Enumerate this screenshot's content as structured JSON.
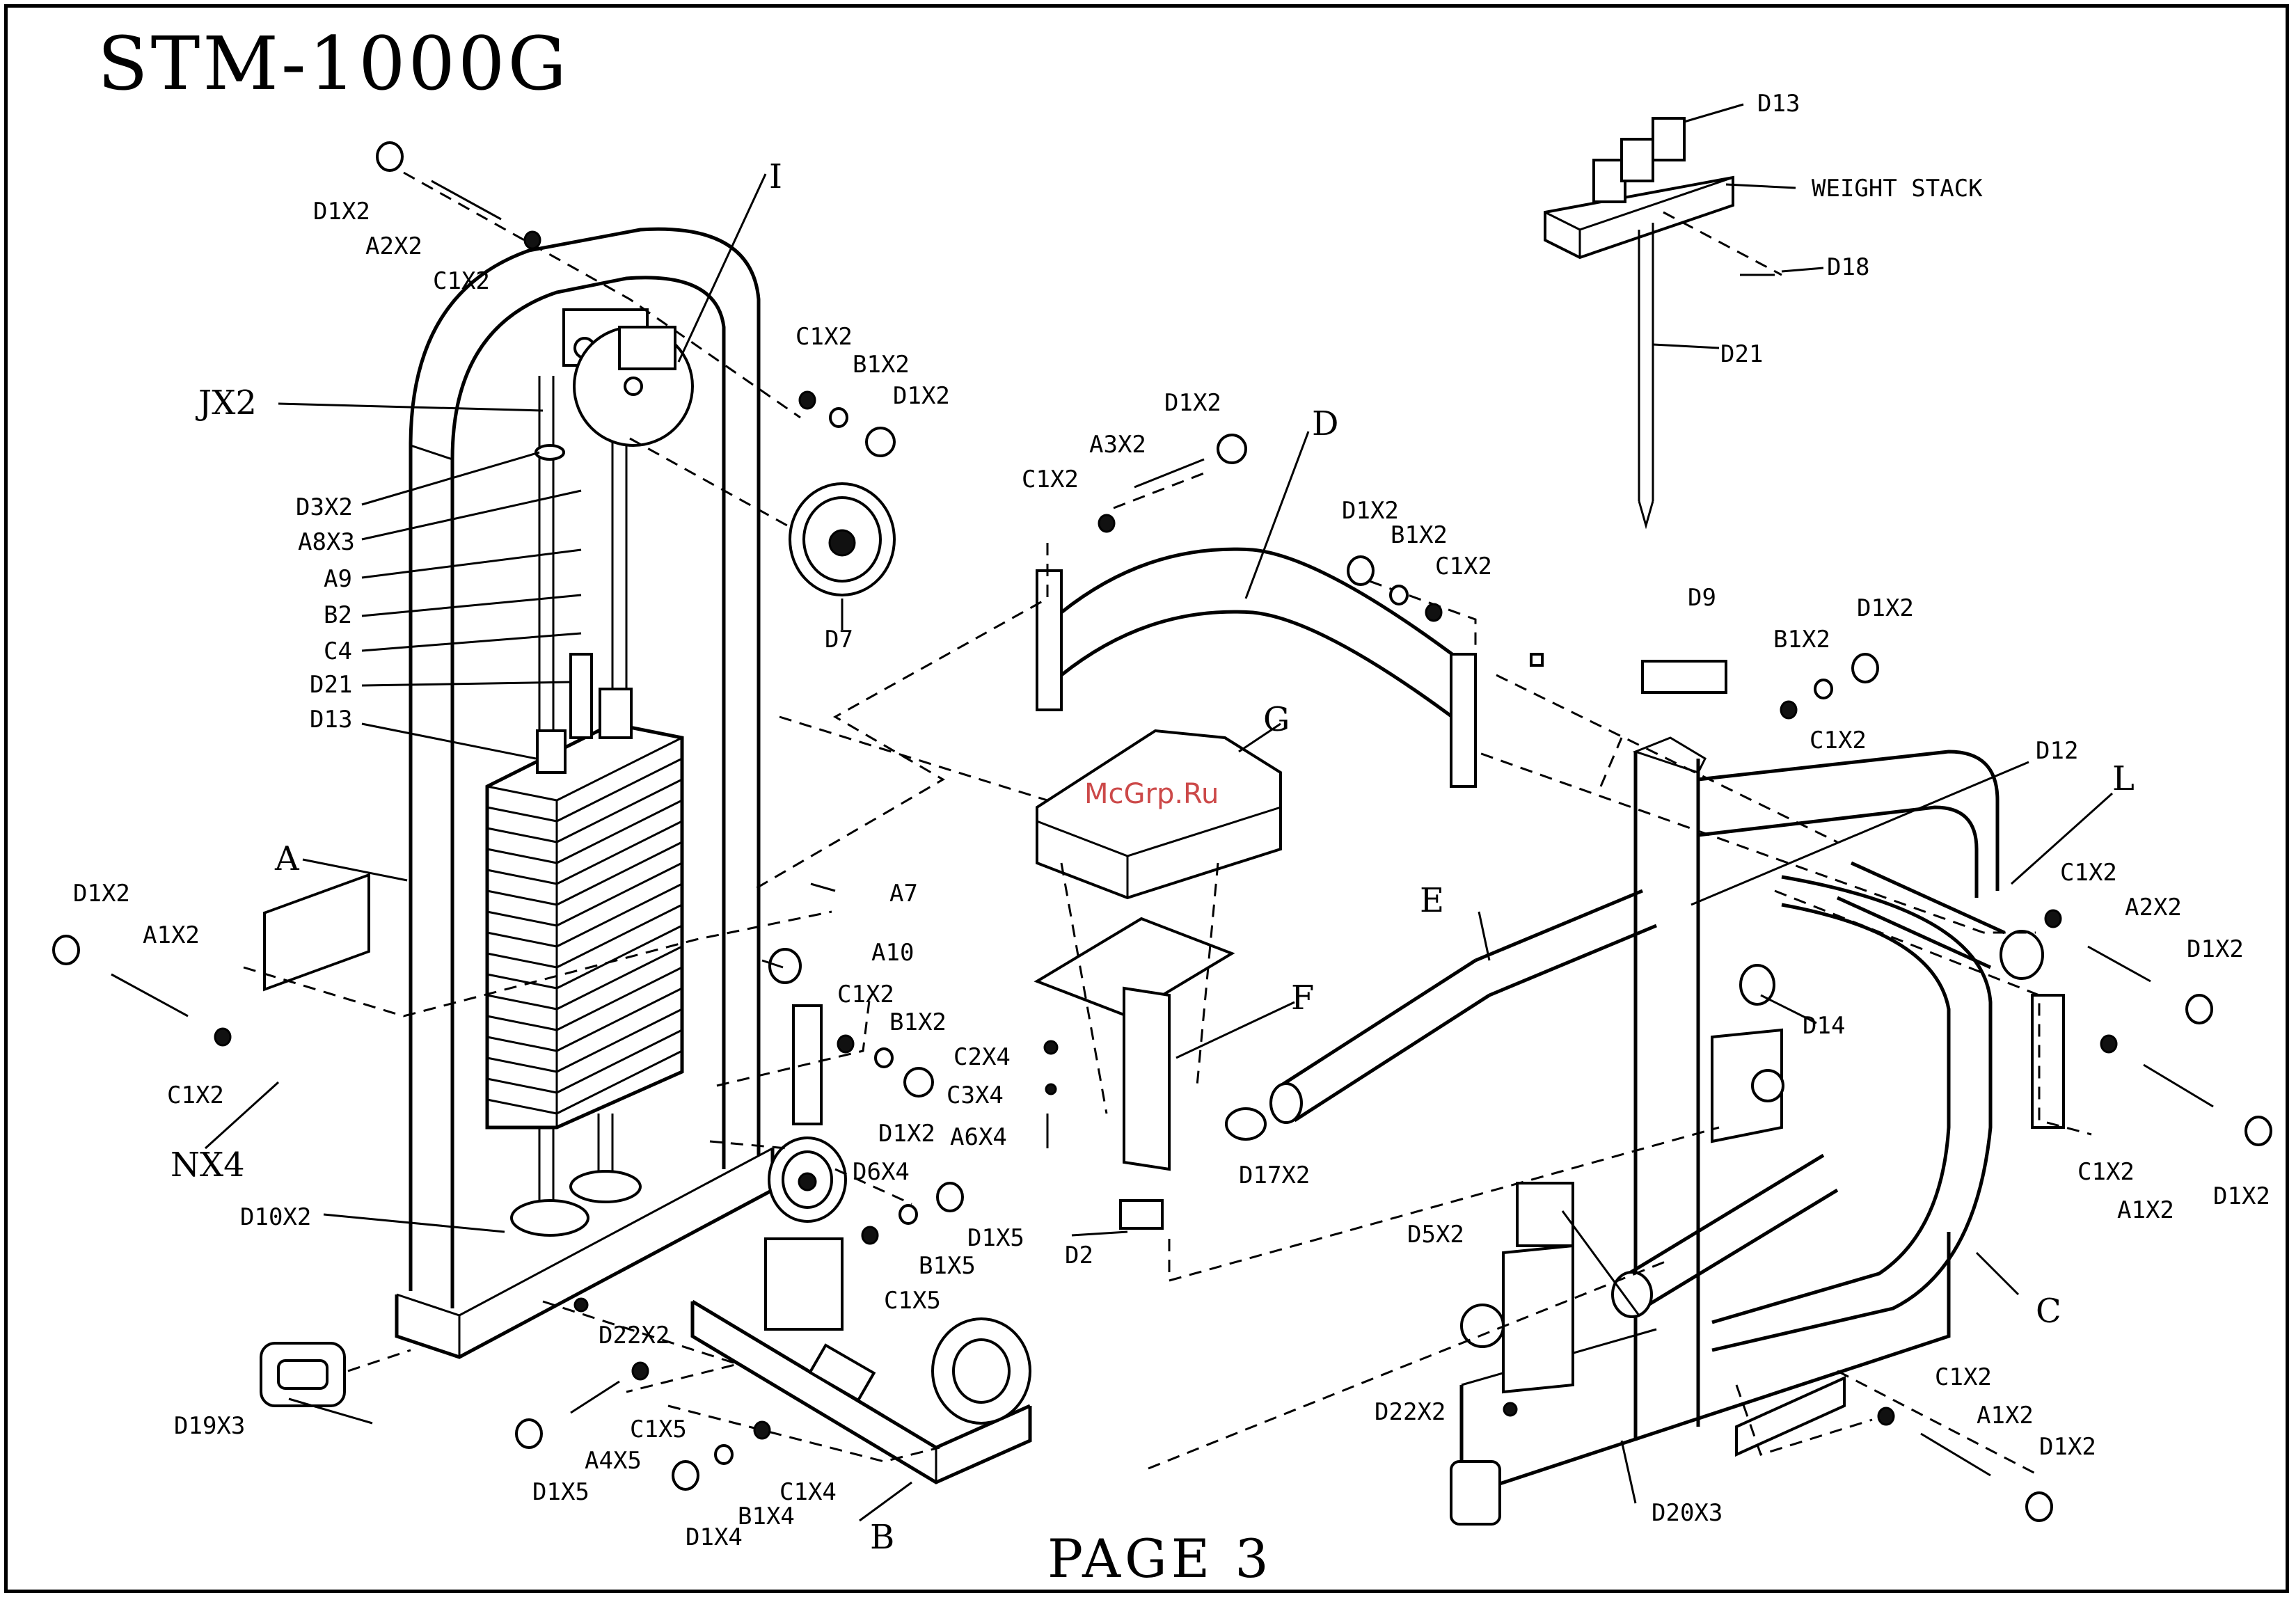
{
  "title": "STM-1000G",
  "footer": "PAGE 3",
  "watermark": "McGrp.Ru",
  "labels": {
    "d1x2_top": "D1X2",
    "a2x2_top": "A2X2",
    "c1x2_top": "C1X2",
    "i": "I",
    "jx2": "JX2",
    "c1x2_pulley": "C1X2",
    "b1x2_pulley": "B1X2",
    "d1x2_pulley": "D1X2",
    "d3x2": "D3X2",
    "a8x3": "A8X3",
    "a9": "A9",
    "b2": "B2",
    "c4": "C4",
    "d21_left": "D21",
    "d13_left": "D13",
    "d7": "D7",
    "a": "A",
    "d1x2_left": "D1X2",
    "a1x2_left": "A1X2",
    "c1x2_left": "C1X2",
    "nx4": "NX4",
    "a7": "A7",
    "a10": "A10",
    "c1x2_mid": "C1X2",
    "b1x2_mid": "B1X2",
    "d1x2_mid": "D1X2",
    "d10x2": "D10X2",
    "d6x4": "D6X4",
    "d1x5_right": "D1X5",
    "b1x5": "B1X5",
    "c1x5_right": "C1X5",
    "d22x2_left": "D22X2",
    "d19x3": "D19X3",
    "c1x5_left": "C1X5",
    "a4x5": "A4X5",
    "d1x5_left": "D1X5",
    "c1x4": "C1X4",
    "b1x4": "B1X4",
    "d1x4": "D1X4",
    "b": "B",
    "d13_top": "D13",
    "weight_stack": "WEIGHT STACK",
    "d18": "D18",
    "d21_top": "D21",
    "d1x2_arm": "D1X2",
    "a3x2": "A3X2",
    "c1x2_arm": "C1X2",
    "d": "D",
    "d1x2_arm2": "D1X2",
    "b1x2_arm2": "B1X2",
    "c1x2_arm2": "C1X2",
    "d9": "D9",
    "b1x2_right": "B1X2",
    "d1x2_right": "D1X2",
    "c1x2_right": "C1X2",
    "d12": "D12",
    "l": "L",
    "g": "G",
    "f": "F",
    "c2x4": "C2X4",
    "c3x4": "C3X4",
    "a6x4": "A6X4",
    "d2": "D2",
    "e": "E",
    "d17x2": "D17X2",
    "d14": "D14",
    "c1x2_far": "C1X2",
    "a2x2_far": "A2X2",
    "d1x2_far": "D1X2",
    "c1x2_far2": "C1X2",
    "a1x2_far": "A1X2",
    "d1x2_far2": "D1X2",
    "d5x2": "D5X2",
    "c": "C",
    "d22x2_right": "D22X2",
    "d20x3": "D20X3",
    "c1x2_bottom": "C1X2",
    "a1x2_bottom": "A1X2",
    "d1x2_bottom": "D1X2"
  }
}
